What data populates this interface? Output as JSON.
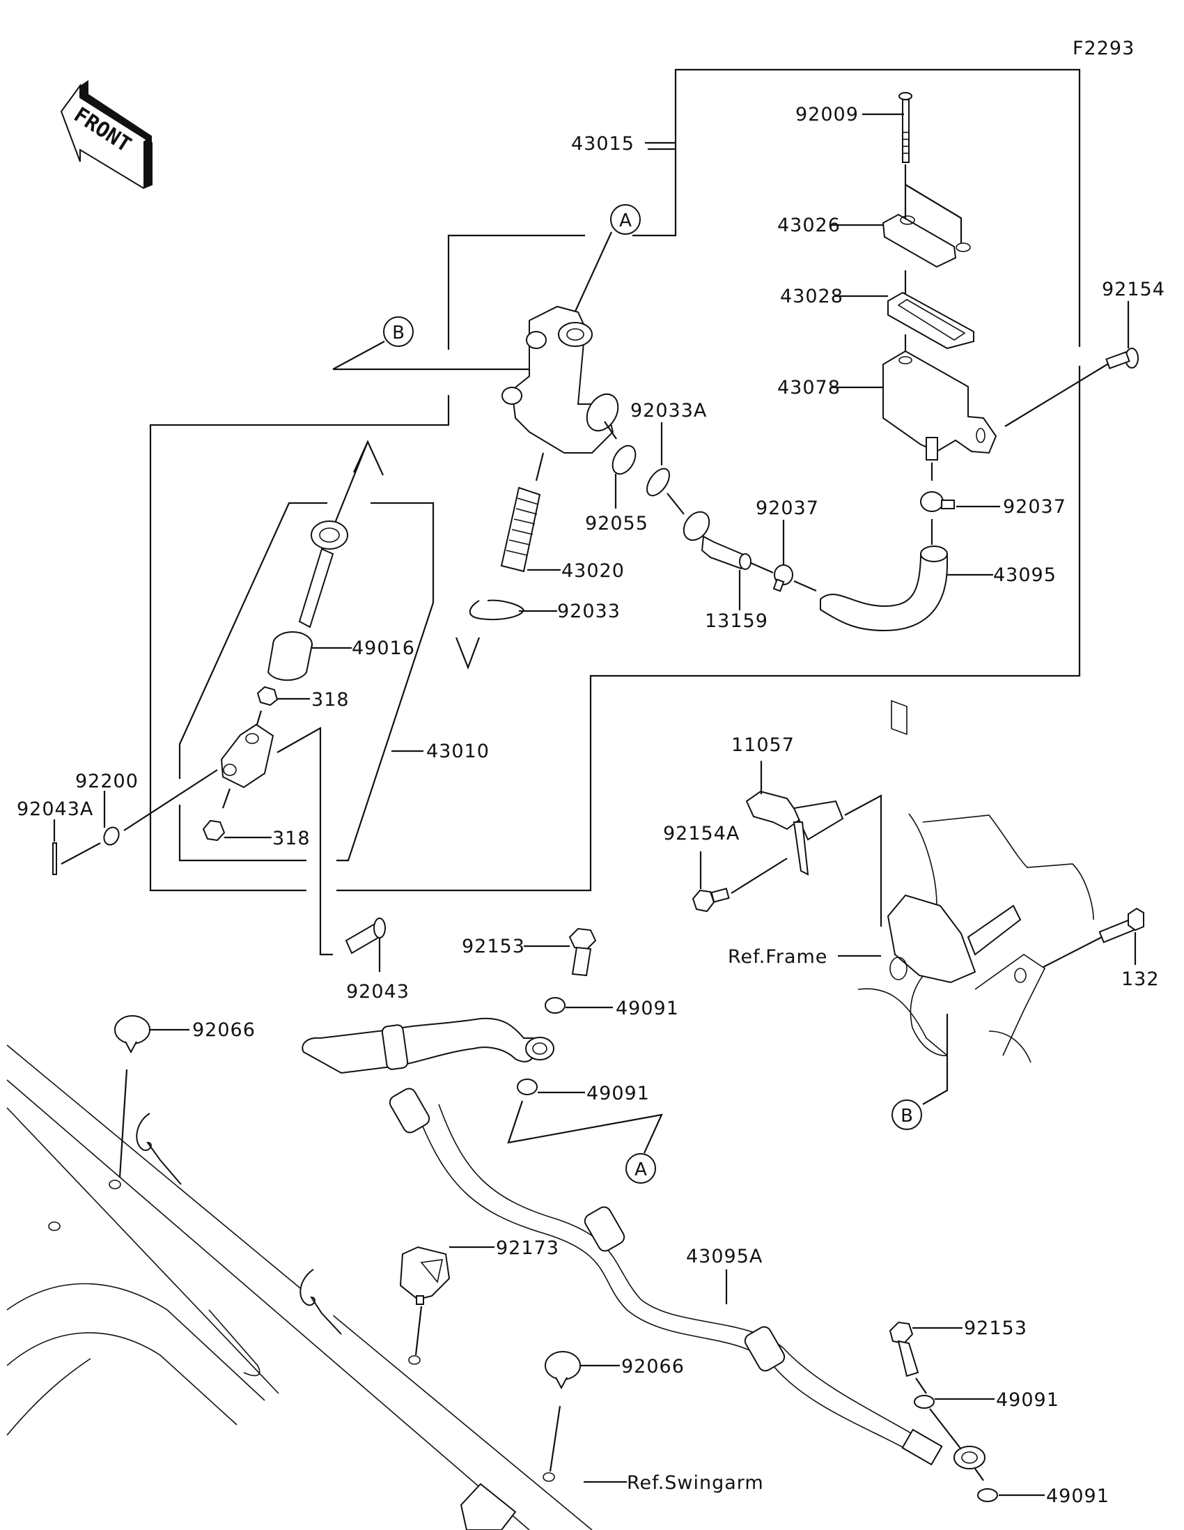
{
  "diagram_id": "F2293",
  "front_marker": "FRONT",
  "callouts": {
    "a": "A",
    "b": "B"
  },
  "parts": {
    "p43015": "43015",
    "p92009": "92009",
    "p43026": "43026",
    "p43028": "43028",
    "p92154": "92154",
    "p43078": "43078",
    "p92033A": "92033A",
    "p92055": "92055",
    "p92037_a": "92037",
    "p92037_b": "92037",
    "p43020": "43020",
    "p43095": "43095",
    "p13159": "13159",
    "p92033": "92033",
    "p49016": "49016",
    "p318_a": "318",
    "p43010": "43010",
    "p92200": "92200",
    "p92043A": "92043A",
    "p318_b": "318",
    "p92043": "92043",
    "p11057": "11057",
    "p92154A": "92154A",
    "p92153_a": "92153",
    "p49091_a": "49091",
    "p49091_b": "49091",
    "p132": "132",
    "p92066_a": "92066",
    "p92173": "92173",
    "p43095A": "43095A",
    "p92066_b": "92066",
    "p92153_b": "92153",
    "p49091_c": "49091",
    "p49091_d": "49091"
  },
  "references": {
    "frame": "Ref.Frame",
    "swingarm": "Ref.Swingarm"
  }
}
